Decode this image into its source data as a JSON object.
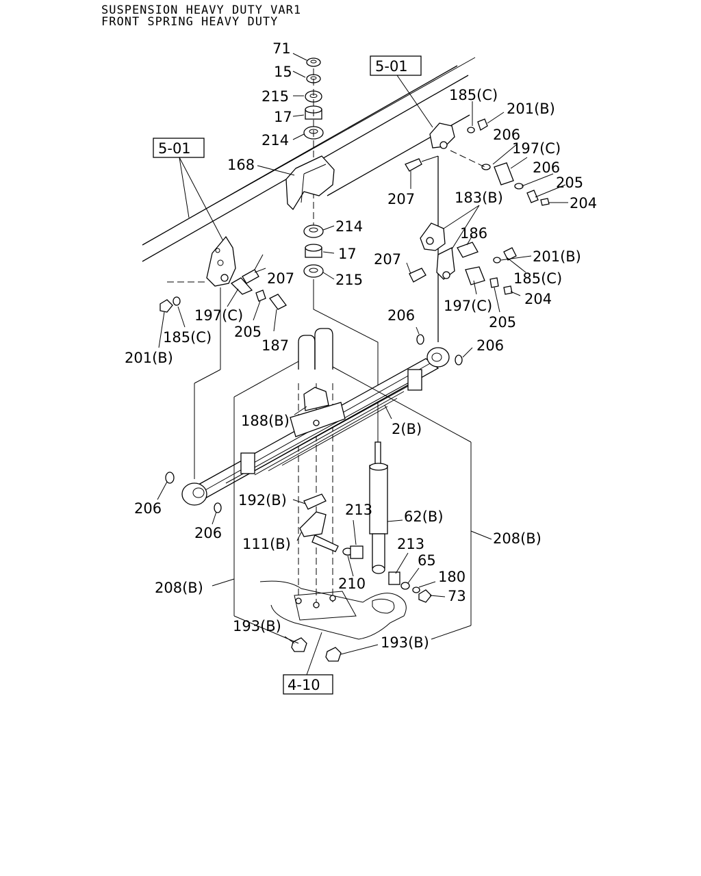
{
  "title": {
    "line1": "SUSPENSION HEAVY DUTY VAR1",
    "line2": "FRONT SPRING HEAVY DUTY"
  },
  "refs": {
    "r501a": "5-01",
    "r501b": "5-01",
    "r410": "4-10"
  },
  "labels": {
    "p71": "71",
    "p15": "15",
    "p215a": "215",
    "p17a": "17",
    "p214a": "214",
    "p168": "168",
    "p214b": "214",
    "p17b": "17",
    "p215b": "215",
    "p185c_a": "185(C)",
    "p201b_a": "201(B)",
    "p206_a": "206",
    "p197c_a": "197(C)",
    "p206_b": "206",
    "p205_a": "205",
    "p204_a": "204",
    "p207_a": "207",
    "p183b": "183(B)",
    "p186": "186",
    "p207_b": "207",
    "p201b_b": "201(B)",
    "p185c_b": "185(C)",
    "p197c_b": "197(C)",
    "p204_b": "204",
    "p205_b": "205",
    "p207_c": "207",
    "p197c_c": "197(C)",
    "p205_c": "205",
    "p187": "187",
    "p185c_c": "185(C)",
    "p201b_c": "201(B)",
    "p206_c": "206",
    "p206_d": "206",
    "p188b": "188(B)",
    "p2b": "2(B)",
    "p206_e": "206",
    "p206_f": "206",
    "p192b": "192(B)",
    "p213a": "213",
    "p62b": "62(B)",
    "p111b": "111(B)",
    "p210": "210",
    "p213b": "213",
    "p65": "65",
    "p180": "180",
    "p73": "73",
    "p208b_a": "208(B)",
    "p208b_b": "208(B)",
    "p193b_a": "193(B)",
    "p193b_b": "193(B)"
  }
}
